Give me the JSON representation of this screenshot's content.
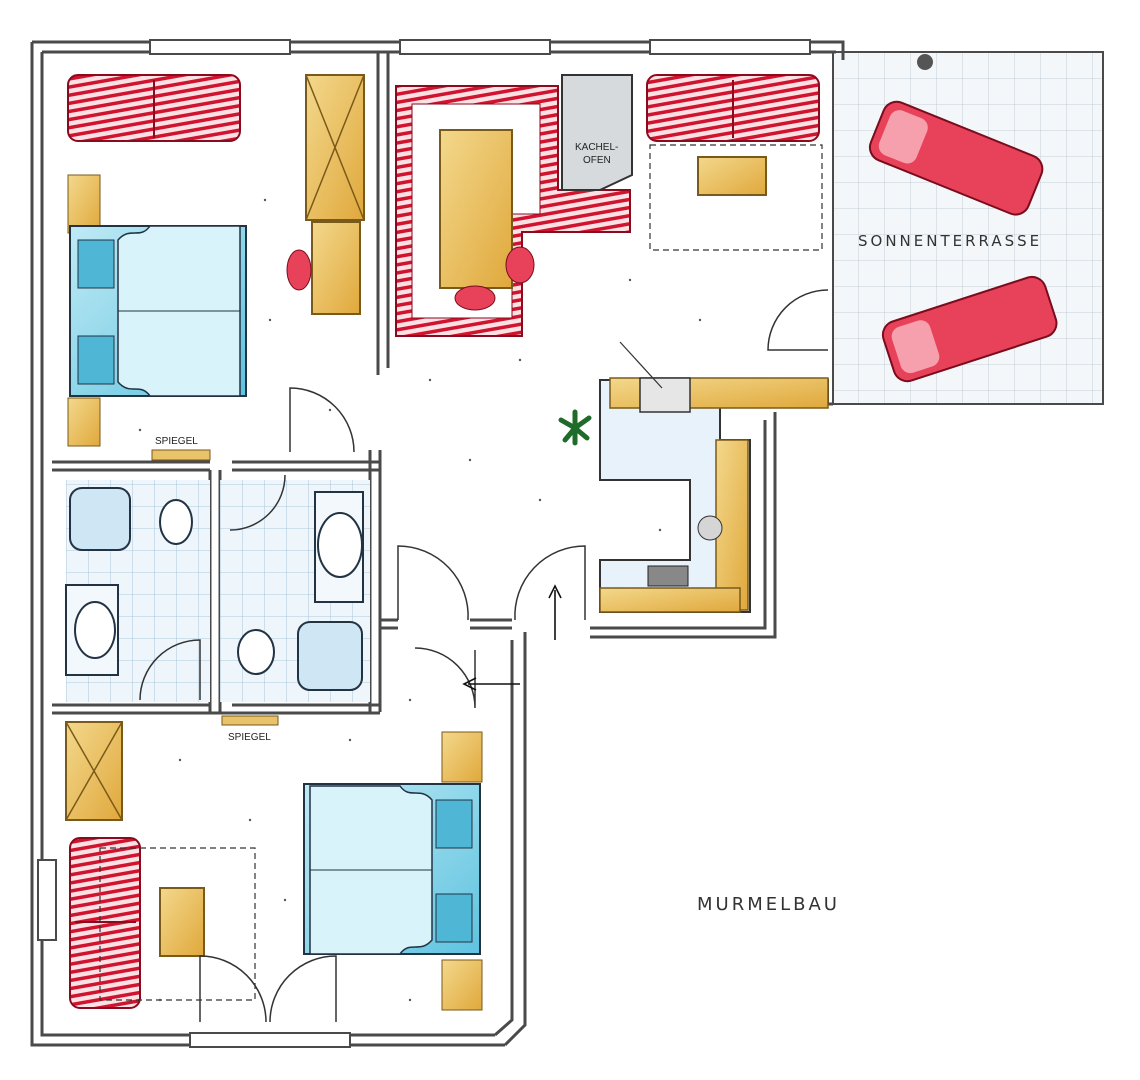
{
  "labels": {
    "terrace": "SONNENTERRASSE",
    "stove_line1": "KACHEL-",
    "stove_line2": "OFEN",
    "mirror_top": "SPIEGEL",
    "mirror_bottom": "SPIEGEL",
    "name": "MURMELBAU"
  },
  "colors": {
    "wall": "#4a4a4a",
    "sofa": "#c8102e",
    "wood": "#e8c36a",
    "bed": "#7fd0e6",
    "tile": "#cfe7f5",
    "floor_dot": "#555555"
  },
  "icons": [
    "plant-icon",
    "entrance-arrow-icon",
    "gas-grill-icon"
  ]
}
